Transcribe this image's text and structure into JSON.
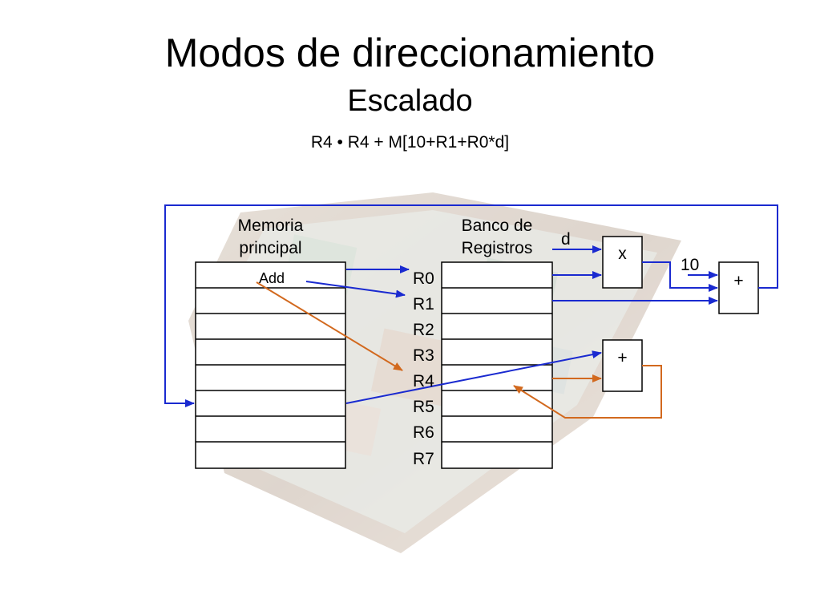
{
  "title": "Modos de direccionamiento",
  "subtitle": "Escalado",
  "formula": "R4 • R4 + M[10+R1+R0*d]",
  "diagram": {
    "memory_label_line1": "Memoria",
    "memory_label_line2": "principal",
    "memory_add_cell": "Add",
    "registers_label_line1": "Banco de",
    "registers_label_line2": "Registros",
    "registers": [
      "R0",
      "R1",
      "R2",
      "R3",
      "R4",
      "R5",
      "R6",
      "R7"
    ],
    "input_d": "d",
    "multiplier_symbol": "x",
    "constant": "10",
    "adder_top_symbol": "+",
    "adder_bottom_symbol": "+"
  },
  "colors": {
    "blue_wire": "#1a2ad0",
    "orange_wire": "#d2691e",
    "outline": "#000000"
  }
}
